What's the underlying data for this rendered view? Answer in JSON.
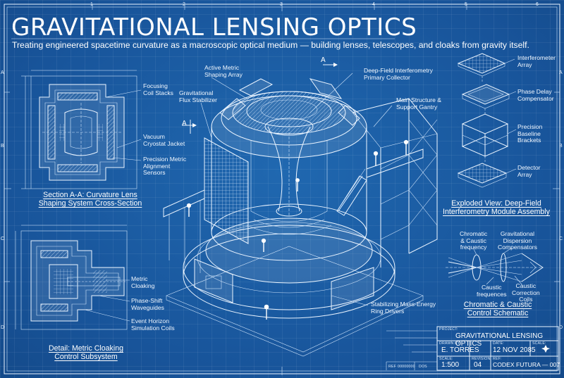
{
  "title": "GRAVITATIONAL LENSING OPTICS",
  "subtitle": "Treating engineered spacetime curvature as a macroscopic optical medium — building lenses, telescopes, and cloaks from gravity itself.",
  "border_markers": {
    "top": [
      "1",
      "2",
      "3",
      "4",
      "5",
      "6"
    ],
    "left": [
      "A",
      "B",
      "C",
      "D"
    ],
    "right": [
      "A",
      "B",
      "C",
      "D"
    ]
  },
  "section_marks": {
    "a1": "A",
    "a2": "A"
  },
  "section_a": {
    "labels": {
      "focusing_coils": "Focusing\nCoil Stacks",
      "vacuum_jacket": "Vacuum\nCryostat Jacket",
      "alignment_sensors": "Precision Metric\nAlignment\nSensors"
    },
    "caption": "Section A-A: Curvature Lens\nShaping System Cross-Section"
  },
  "cloak_detail": {
    "labels": {
      "metric_cloaking": "Metric\nCloaking",
      "waveguides": "Phase-Shift\nWaveguides",
      "horizon_coils": "Event Horizon\nSimulation Coils"
    },
    "caption": "Detail: Metric Cloaking\nControl Subsystem"
  },
  "main_assembly": {
    "labels": {
      "shaping_array": "Active Metric\nShaping Array",
      "flux_stabilizer": "Gravitational\nFlux Stabilizer",
      "primary_collector": "Deep-Field Interferometry\nPrimary Collector",
      "gantry": "Main Structure &\nSupport Gantry",
      "ring_drivers": "Stabilizing Mass-Energy\nRing Drivers"
    }
  },
  "exploded_view": {
    "labels": {
      "interferometer_array": "Interferometer\nArray",
      "phase_delay": "Phase Delay\nCompensator",
      "baseline_brackets": "Precision\nBaseline\nBrackets",
      "detector_array": "Detector\nArray"
    },
    "caption": "Exploded View: Deep-Field\nInterferometry Module Assembly"
  },
  "chromatic_schematic": {
    "labels": {
      "caustic_frequency_top": "Chromatic\n& Caustic\nfrequency",
      "dispersion_compensators": "Gravitational\nDispersion\nCompensators",
      "caustic_frequences": "Caustic\nfrequences",
      "correction_coils": "Caustic\nCorrection\nCoils"
    },
    "caption": "Chromatic & Caustic\nControl Schematic"
  },
  "title_block": {
    "project_label": "PROJECT:",
    "project": "GRAVITATIONAL LENSING OPTICS",
    "drawn_by_label": "DRAWN BY:",
    "drawn_by": "E. TORRES",
    "date_label": "DATE:",
    "date": "12 NOV 2085",
    "scale_label_top": "SCALE:",
    "scale_label": "SCALE:",
    "scale": "1:500",
    "revision_label": "REVISION:",
    "revision": "04",
    "ref_label": "REF:",
    "ref": "CODEX FUTURA — 007",
    "ref_small_label": "REF",
    "ref_small": "00000000",
    "dos_label": "DOS"
  },
  "colors": {
    "background": "#1b5a9e",
    "line": "#eaf4ff"
  }
}
